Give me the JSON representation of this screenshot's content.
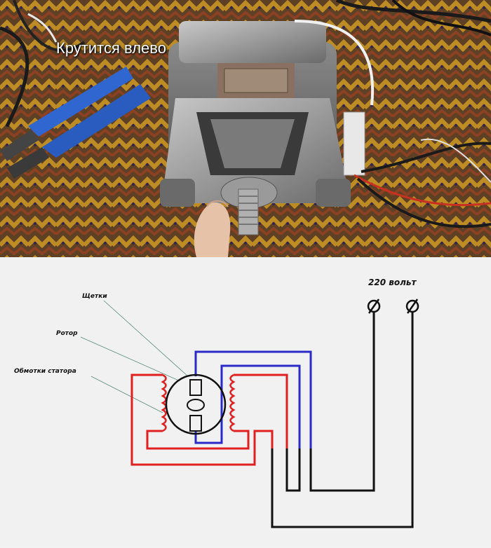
{
  "photo": {
    "caption": "Крутится влево"
  },
  "diagram": {
    "voltage_label": "220 вольт",
    "label_brushes": "Щетки",
    "label_rotor": "Ротор",
    "label_stator": "Обмотки статора",
    "colors": {
      "red_wire": "#e02020",
      "blue_wire": "#2a2ac8",
      "black_wire": "#111111",
      "leader": "#5a8a7a"
    }
  }
}
